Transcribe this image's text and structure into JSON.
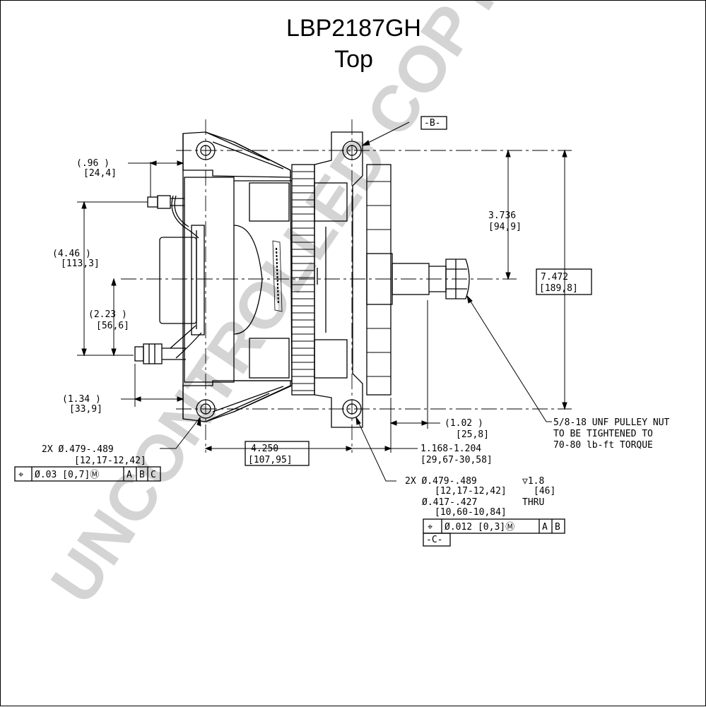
{
  "header": {
    "part_number": "LBP2187GH",
    "view": "Top"
  },
  "watermark": {
    "text": "UNCONTROLLED COPY",
    "color": "#d4d4d4"
  },
  "datums": {
    "b": "-B-",
    "c": "-C-"
  },
  "dimensions": {
    "d096": "(.96   )",
    "d096_mm": "[24,4]",
    "d446": "(4.46   )",
    "d446_mm": "[113,3]",
    "d223": "(2.23   )",
    "d223_mm": "[56,6]",
    "d134": "(1.34   )",
    "d134_mm": "[33,9]",
    "d3736": "3.736",
    "d3736_mm": "[94,9]",
    "d7472": "7.472",
    "d7472_mm": "[189,8]",
    "d102": "(1.02   )",
    "d102_mm": "[25,8]",
    "d4250": "4.250",
    "d4250_mm": "[107,95]",
    "d1168": "1.168-1.204",
    "d1168_mm": "[29,67-30,58]"
  },
  "notes": {
    "pulley_1": "5/8-18 UNF PULLEY NUT",
    "pulley_2": "TO BE TIGHTENED TO",
    "pulley_3": "70-80 lb-ft TORQUE",
    "hole_left_1": "2X Ø.479-.489",
    "hole_left_2": "[12,17-12,42]",
    "hole_right_1": "2X Ø.479-.489",
    "hole_right_depth": "▽1.8",
    "hole_right_2": "[12,17-12,42]",
    "hole_right_depth_mm": "[46]",
    "hole_right_3": "Ø.417-.427",
    "hole_right_thru": "THRU",
    "hole_right_4": "[10,60-10,84]"
  },
  "fcf_left": [
    "⌖",
    "Ø.03 [0,7]Ⓜ",
    "A",
    "B",
    "C"
  ],
  "fcf_right": [
    "⌖",
    "Ø.012 [0,3]Ⓜ",
    "A",
    "B"
  ]
}
